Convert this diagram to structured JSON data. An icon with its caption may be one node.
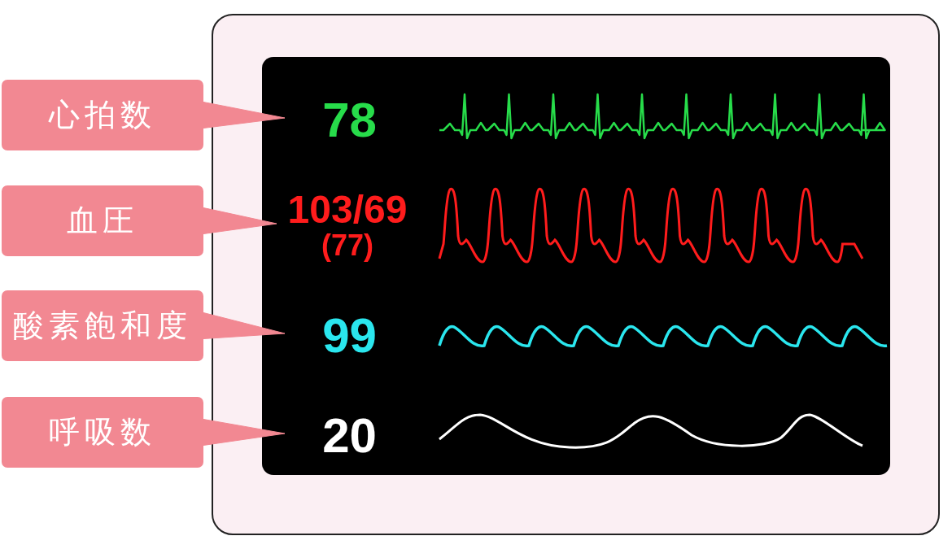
{
  "diagram": {
    "nodes": [
      {
        "text": [],
        "shape": "box"
      },
      {
        "text": [],
        "shape": "box",
        "in": 0
      },
      {
        "text": [
          "心拍数"
        ]
      },
      {
        "text": [
          "78"
        ],
        "in": 1
      },
      {
        "text": [
          "血圧"
        ]
      },
      {
        "text": [
          "103/69",
          "(77)"
        ],
        "in": 1
      },
      {
        "text": [
          "酸素飽和度"
        ]
      },
      {
        "text": [
          "99"
        ],
        "in": 1
      },
      {
        "text": [
          "呼吸数"
        ]
      },
      {
        "text": [
          "20"
        ],
        "in": 1
      }
    ],
    "edges": [
      {
        "from": 2,
        "to": 3,
        "arrow": "none"
      },
      {
        "from": 4,
        "to": 5,
        "arrow": "none"
      },
      {
        "from": 6,
        "to": 7,
        "arrow": "none"
      },
      {
        "from": 8,
        "to": 9,
        "arrow": "none"
      }
    ]
  }
}
